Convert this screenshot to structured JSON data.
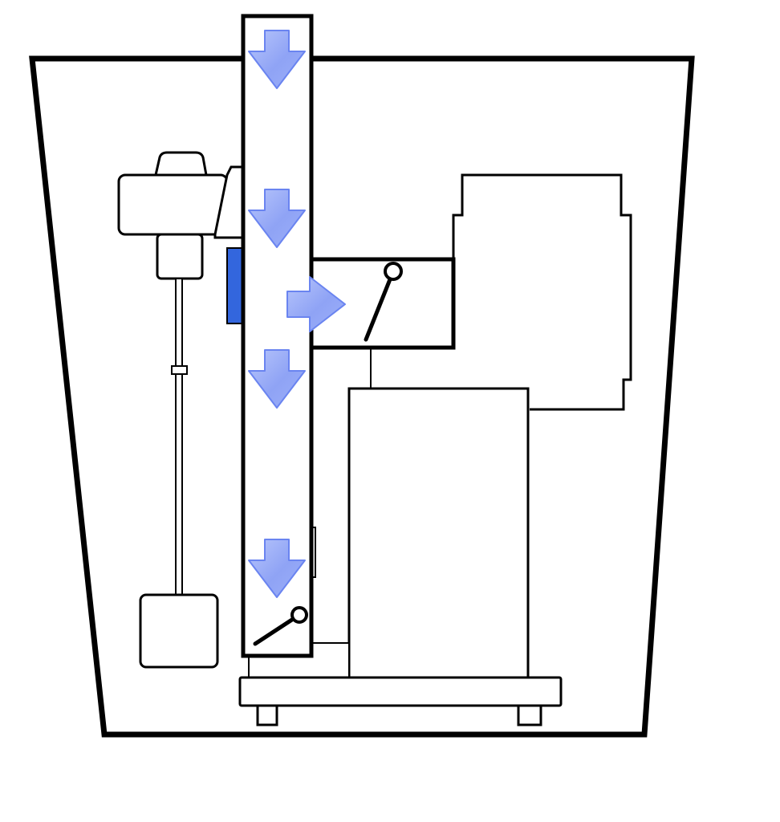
{
  "diagram": {
    "labels": [],
    "colors": {
      "outline": "#000000",
      "panel": "#ffffff",
      "accent_blue": "#3366dd",
      "arrow_fill": "#8fa3f5",
      "arrow_stroke": "#6a84f0"
    },
    "components": {
      "enclosure": "trapezoid-enclosure",
      "duct": "vertical-duct",
      "branch": "horizontal-branch-duct",
      "damper_top": "branch-damper",
      "damper_bottom": "bottom-damper",
      "motor": "motor-housing",
      "rod": "drive-rod",
      "weight": "counterweight",
      "cabinet": "equipment-cabinet",
      "unit": "upper-unit",
      "base": "base-platform"
    },
    "flow_arrows": {
      "down_count": 4,
      "right_count": 1
    }
  }
}
